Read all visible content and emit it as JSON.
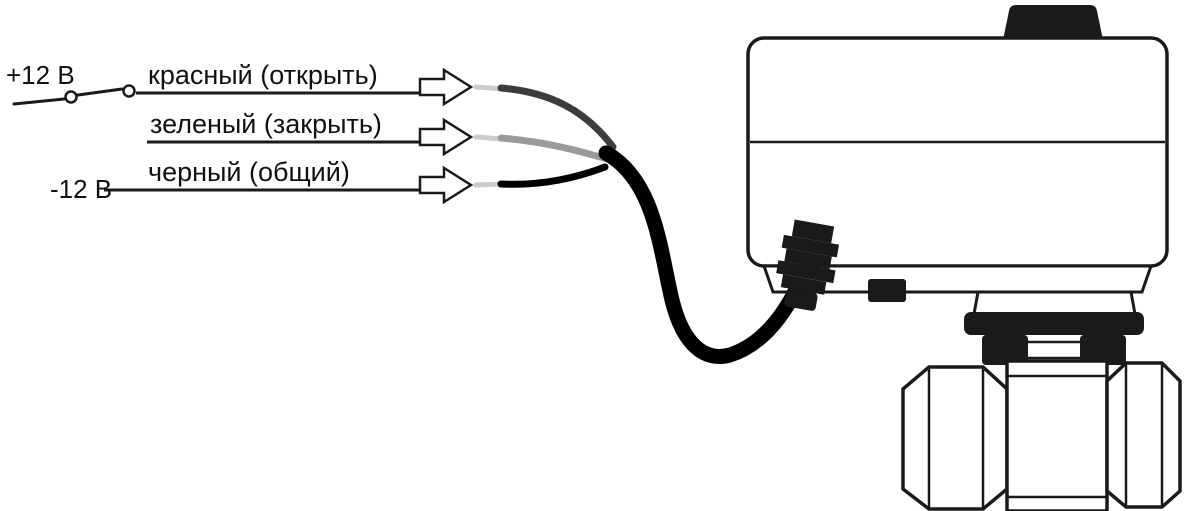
{
  "diagram": {
    "labels": {
      "plus12v": "+12 В",
      "minus12v": "-12 В",
      "red_wire": "красный (открыть)",
      "green_wire": "зеленый (закрыть)",
      "black_wire": "черный (общий)"
    },
    "colors": {
      "ink": "#1a1a1a",
      "red_wire_stroke": "#3c3c3c",
      "green_wire_stroke": "#9a9a9a",
      "black_wire_stroke": "#000000",
      "bare_end_stroke": "#cccccc",
      "background": "#ffffff"
    }
  }
}
